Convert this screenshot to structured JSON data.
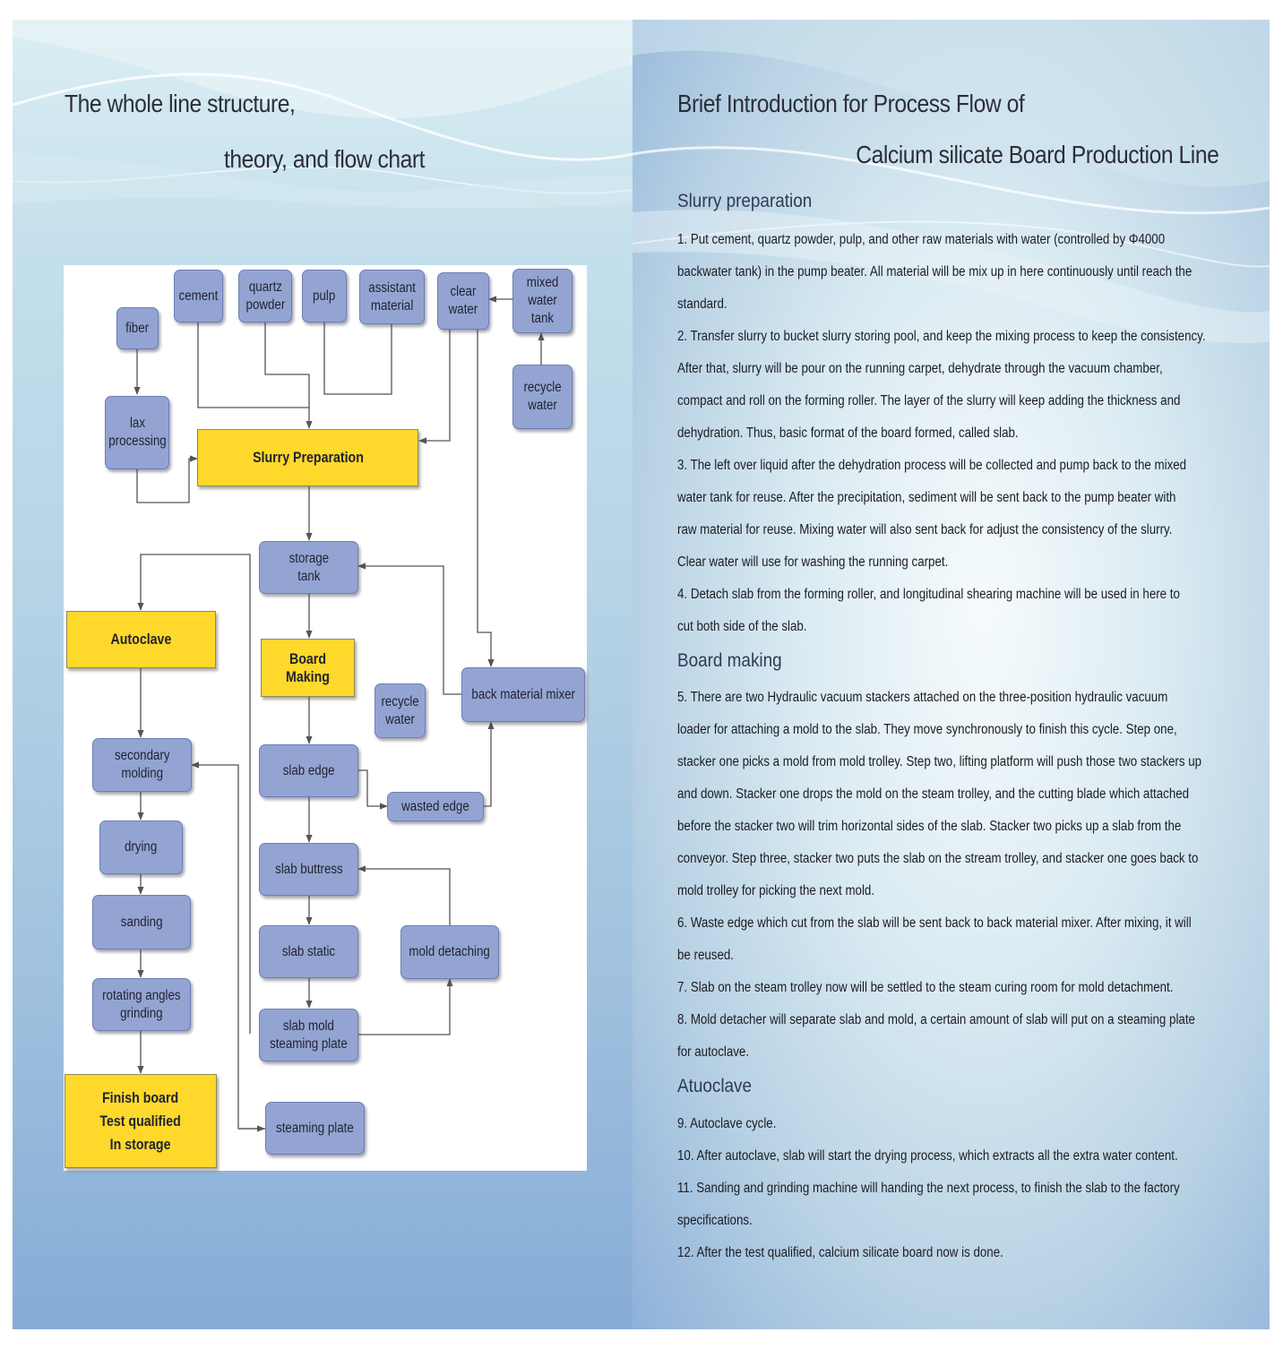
{
  "left_page": {
    "title_line1": "The whole line structure,",
    "title_line2": "theory, and flow chart"
  },
  "flowchart": {
    "nodes": {
      "fiber": "fiber",
      "cement": "cement",
      "quartz_powder": "quartz\npowder",
      "pulp": "pulp",
      "assistant_material": "assistant\nmaterial",
      "clear_water": "clear\nwater",
      "mixed_water_tank": "mixed\nwater tank",
      "lax_processing": "lax\nprocessing",
      "recycle_water_top": "recycle\nwater",
      "slurry_preparation": "Slurry Preparation",
      "storage_tank": "storage\ntank",
      "autoclave": "Autoclave",
      "board_making": "Board Making",
      "recycle_water_mid": "recycle\nwater",
      "back_material_mixer": "back material mixer",
      "secondary_molding": "secondary\nmolding",
      "slab_edge": "slab edge",
      "wasted_edge": "wasted edge",
      "drying": "drying",
      "slab_buttress": "slab buttress",
      "sanding": "sanding",
      "slab_static": "slab static",
      "mold_detaching": "mold detaching",
      "rotating_angles_grinding": "rotating angles\ngrinding",
      "slab_mold_steaming_plate": "slab mold\nsteaming plate",
      "finish_board": "Finish board\nTest qualified\nIn storage",
      "steaming_plate": "steaming plate"
    },
    "colors": {
      "process_box": "#94a4d2",
      "stage_box": "#fed82b",
      "line": "#555555"
    }
  },
  "right_page": {
    "title_line1": "Brief Introduction for Process Flow of",
    "title_line2": "Calcium silicate Board Production Line",
    "sections": [
      {
        "heading": "Slurry preparation",
        "lines": [
          "1. Put cement, quartz powder, pulp, and other raw materials with water (controlled by Φ4000",
          "backwater tank) in the pump beater. All material will be mix up in here continuously until reach the",
          "standard.",
          "2. Transfer slurry to bucket slurry storing pool, and keep the mixing process to keep the consistency.",
          "After that, slurry will be pour on the running carpet, dehydrate through the vacuum chamber,",
          "compact and roll on the forming roller. The layer of the slurry will keep adding the thickness and",
          "dehydration. Thus, basic format of the board formed, called slab.",
          "3. The left over liquid after the dehydration process will be collected and pump back to the mixed",
          "water tank for reuse. After the precipitation, sediment will be sent back to the pump beater with",
          "raw material for reuse. Mixing water will also sent back for adjust the consistency of the slurry.",
          "Clear water will use for washing the running carpet.",
          "4. Detach slab from the forming roller, and longitudinal shearing machine will be used in here to",
          "cut both side of the slab."
        ]
      },
      {
        "heading": "Board making",
        "lines": [
          "5. There are two Hydraulic vacuum stackers attached on the three-position hydraulic vacuum",
          "loader for attaching a mold to the slab. They move synchronously to finish this cycle. Step one,",
          "stacker one picks a mold from mold trolley. Step two, lifting platform will push those two stackers up",
          "and down. Stacker one drops the mold on the steam trolley, and the cutting blade which attached",
          "before the stacker two will trim horizontal sides of the slab. Stacker two picks up a slab from the",
          "conveyor. Step three, stacker two puts the slab on the stream trolley, and stacker one goes back to",
          "mold trolley for picking the next mold.",
          "6. Waste edge which cut from the slab will be sent back to back material mixer. After mixing, it will",
          "be reused.",
          "7. Slab on the steam trolley now will be settled to the steam curing room for mold detachment.",
          "8. Mold detacher will separate slab and mold, a certain amount of slab will put on a steaming plate",
          " for autoclave."
        ]
      },
      {
        "heading": "Atuoclave",
        "lines": [
          "9. Autoclave cycle.",
          "10. After autoclave, slab will start the drying process, which extracts all the extra water content.",
          "11. Sanding and grinding machine will handing the next process, to finish the slab to the factory",
          "specifications.",
          "12. After the test qualified, calcium silicate board now is done."
        ]
      }
    ]
  }
}
